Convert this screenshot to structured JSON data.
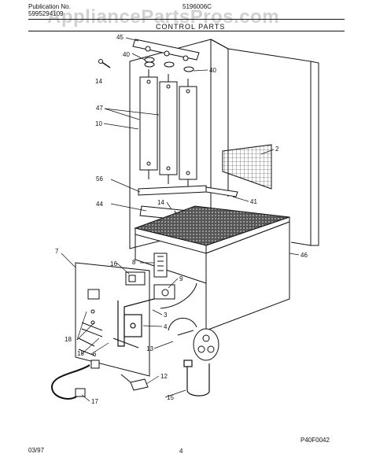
{
  "header": {
    "publication_label": "Publication No.",
    "publication_number": "5995294109",
    "model_number": "5196006C",
    "section_title": "CONTROL PARTS",
    "watermark": "AppliancePartsPros.com"
  },
  "diagram": {
    "callouts": [
      "45",
      "40",
      "40",
      "14",
      "47",
      "10",
      "2",
      "56",
      "44",
      "14",
      "41",
      "7",
      "16",
      "8",
      "9",
      "3",
      "4",
      "46",
      "18",
      "18",
      "6",
      "13",
      "12",
      "15",
      "17"
    ],
    "figure_code": "P40F0042"
  },
  "footer": {
    "date": "03/97",
    "page_number": "4"
  },
  "colors": {
    "ink": "#111111",
    "grid": "#333333",
    "watermark": "#999999"
  }
}
